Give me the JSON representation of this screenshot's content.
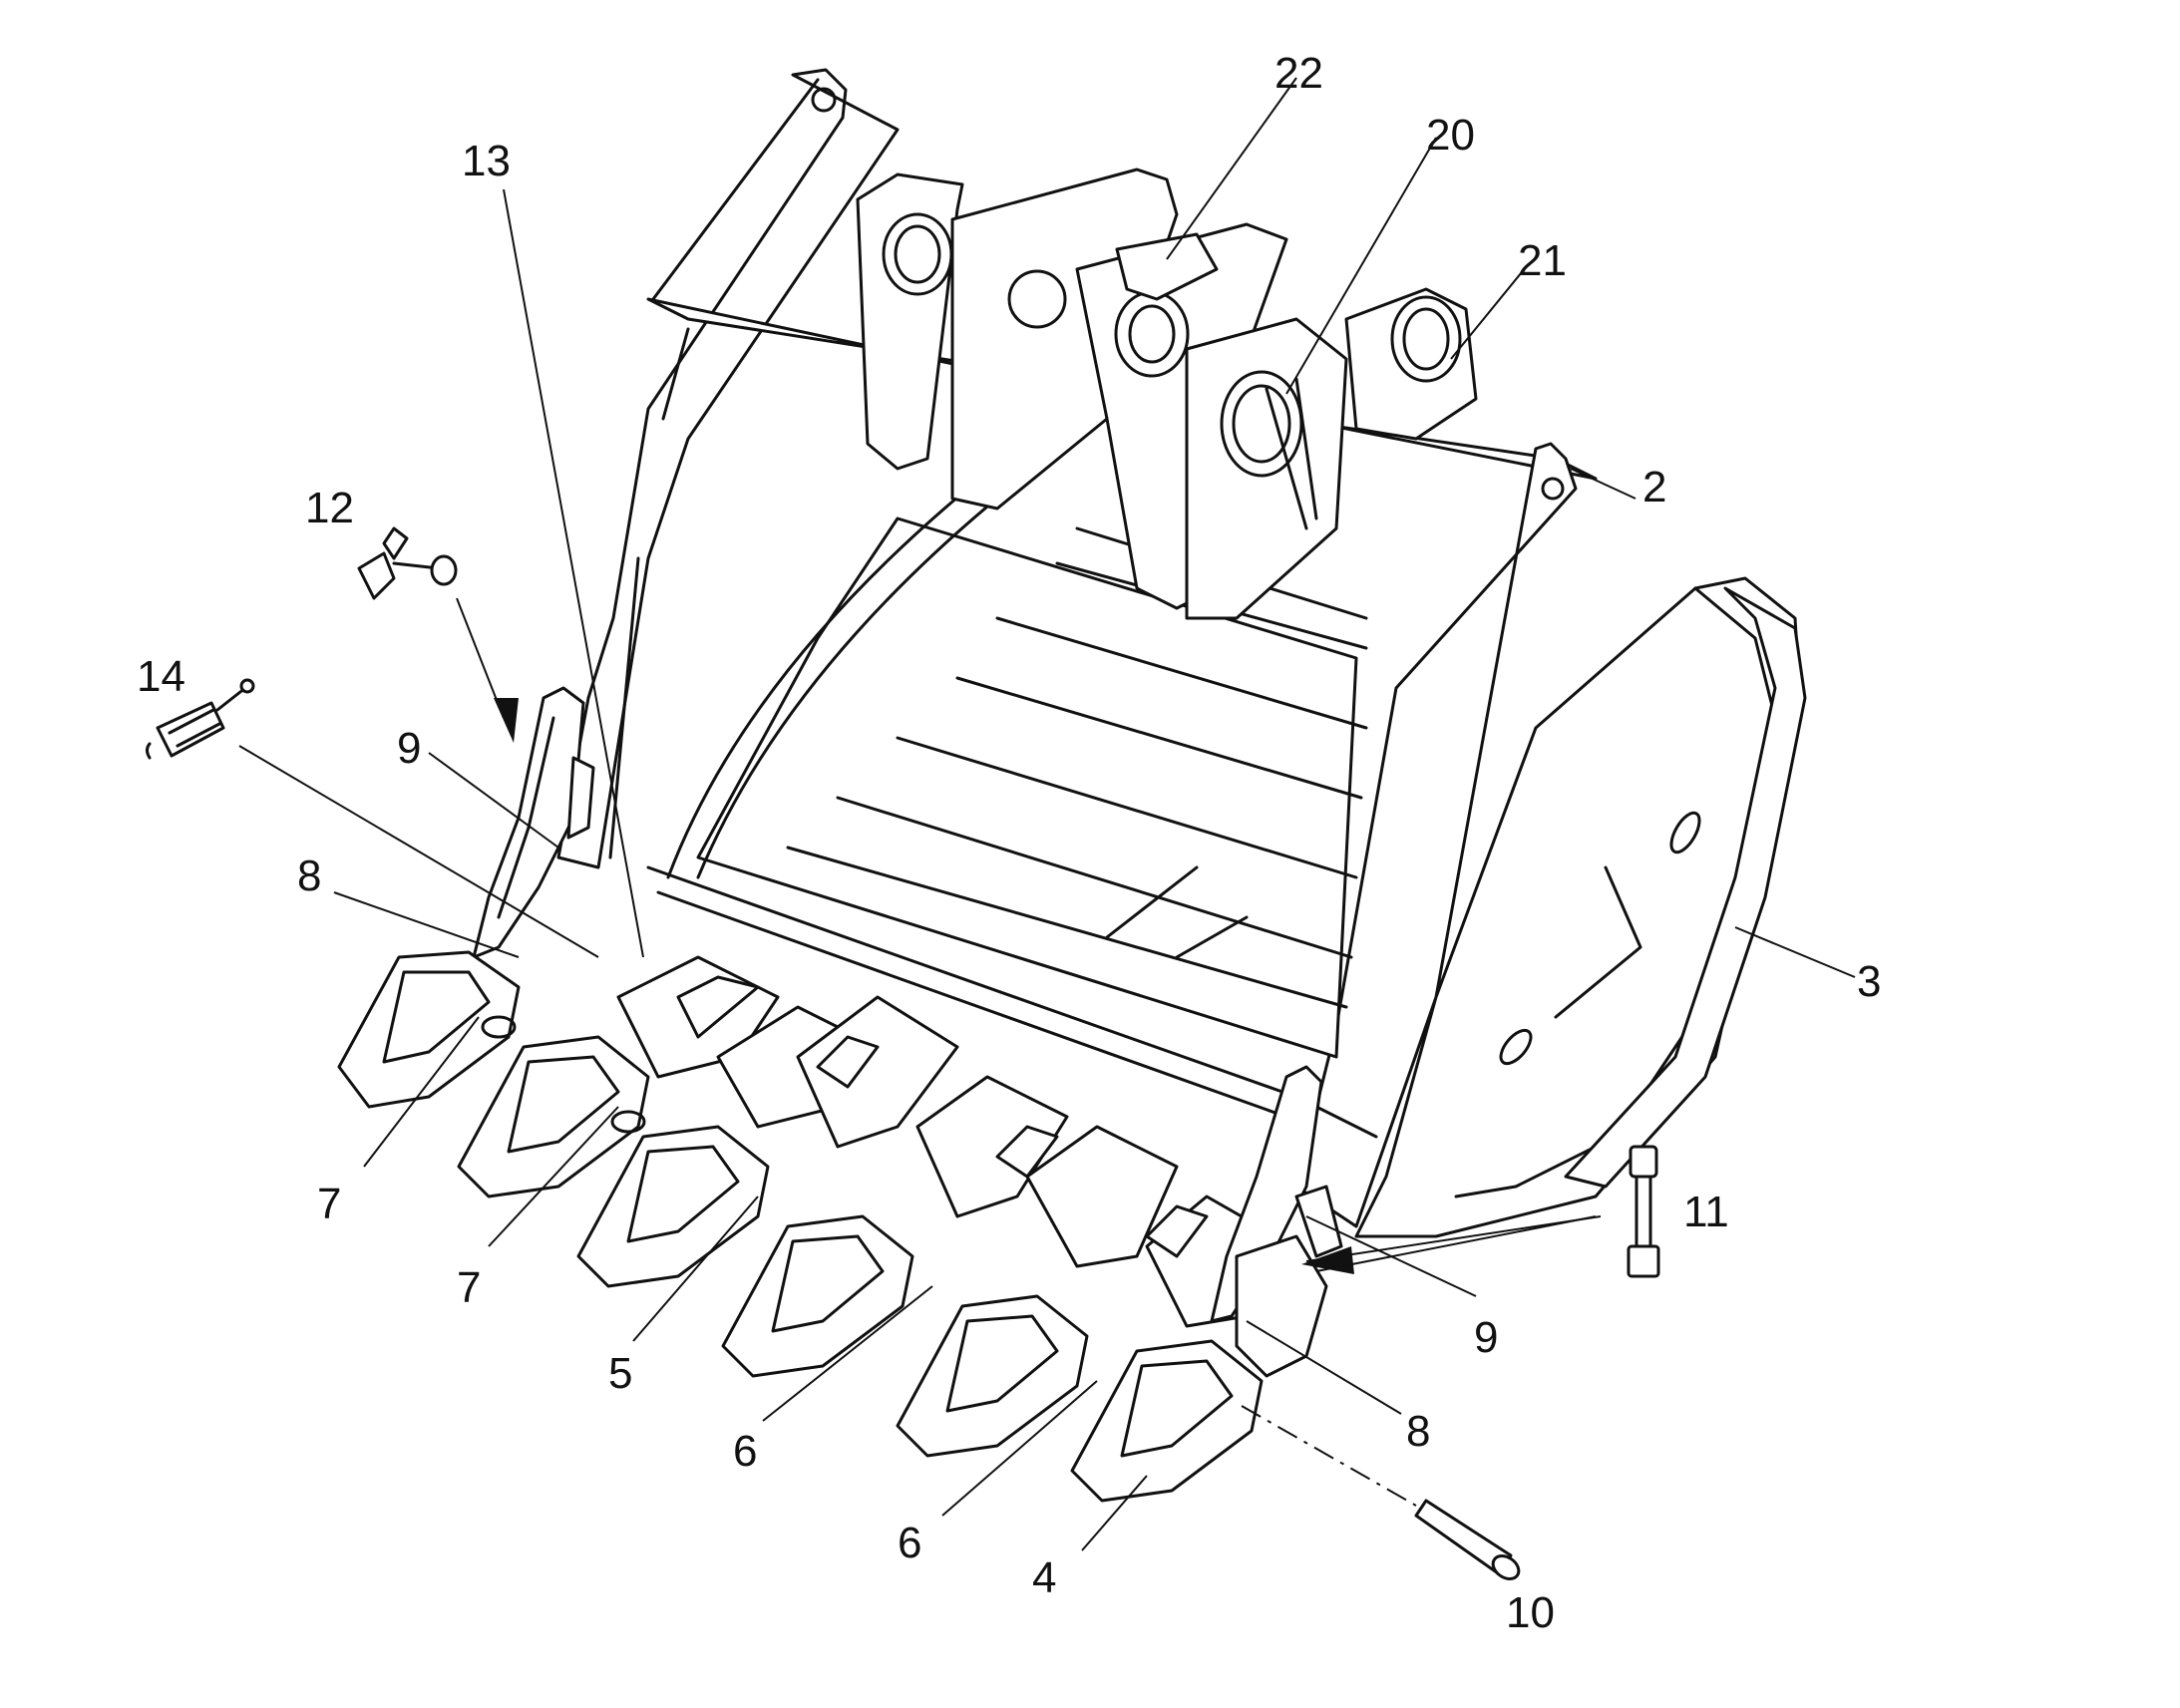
{
  "figure": {
    "callouts": [
      {
        "id": "c22",
        "label": "22"
      },
      {
        "id": "c20",
        "label": "20"
      },
      {
        "id": "c21",
        "label": "21"
      },
      {
        "id": "c13",
        "label": "13"
      },
      {
        "id": "c2",
        "label": "2"
      },
      {
        "id": "c12",
        "label": "12"
      },
      {
        "id": "c14",
        "label": "14"
      },
      {
        "id": "c9a",
        "label": "9"
      },
      {
        "id": "c8a",
        "label": "8"
      },
      {
        "id": "c3",
        "label": "3"
      },
      {
        "id": "c7a",
        "label": "7"
      },
      {
        "id": "c7b",
        "label": "7"
      },
      {
        "id": "c11",
        "label": "11"
      },
      {
        "id": "c5",
        "label": "5"
      },
      {
        "id": "c9b",
        "label": "9"
      },
      {
        "id": "c6a",
        "label": "6"
      },
      {
        "id": "c8b",
        "label": "8"
      },
      {
        "id": "c6b",
        "label": "6"
      },
      {
        "id": "c4",
        "label": "4"
      },
      {
        "id": "c10",
        "label": "10"
      }
    ]
  }
}
